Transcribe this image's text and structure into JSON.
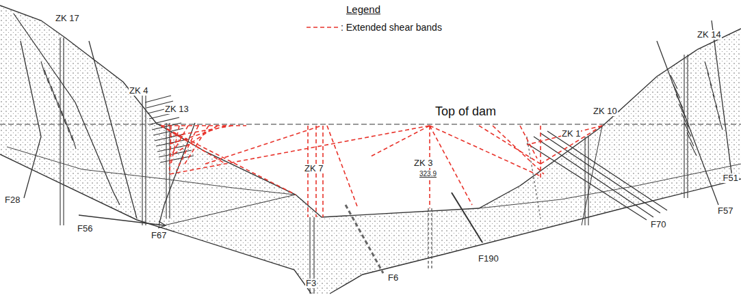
{
  "diagram": {
    "labels": [
      "Legend",
      "ZK 17",
      "ZK 4",
      "ZK 13",
      "Top of dam",
      "ZK 10",
      "ZK 14",
      "ZK 1",
      "ZK 7",
      "ZK 3",
      "323.9",
      "F28",
      "F56",
      "F67",
      "F3",
      "F6",
      "F190",
      "F70",
      "F57",
      "F51"
    ],
    "legend": [
      {
        "text": ": Extended shear bands"
      }
    ]
  }
}
